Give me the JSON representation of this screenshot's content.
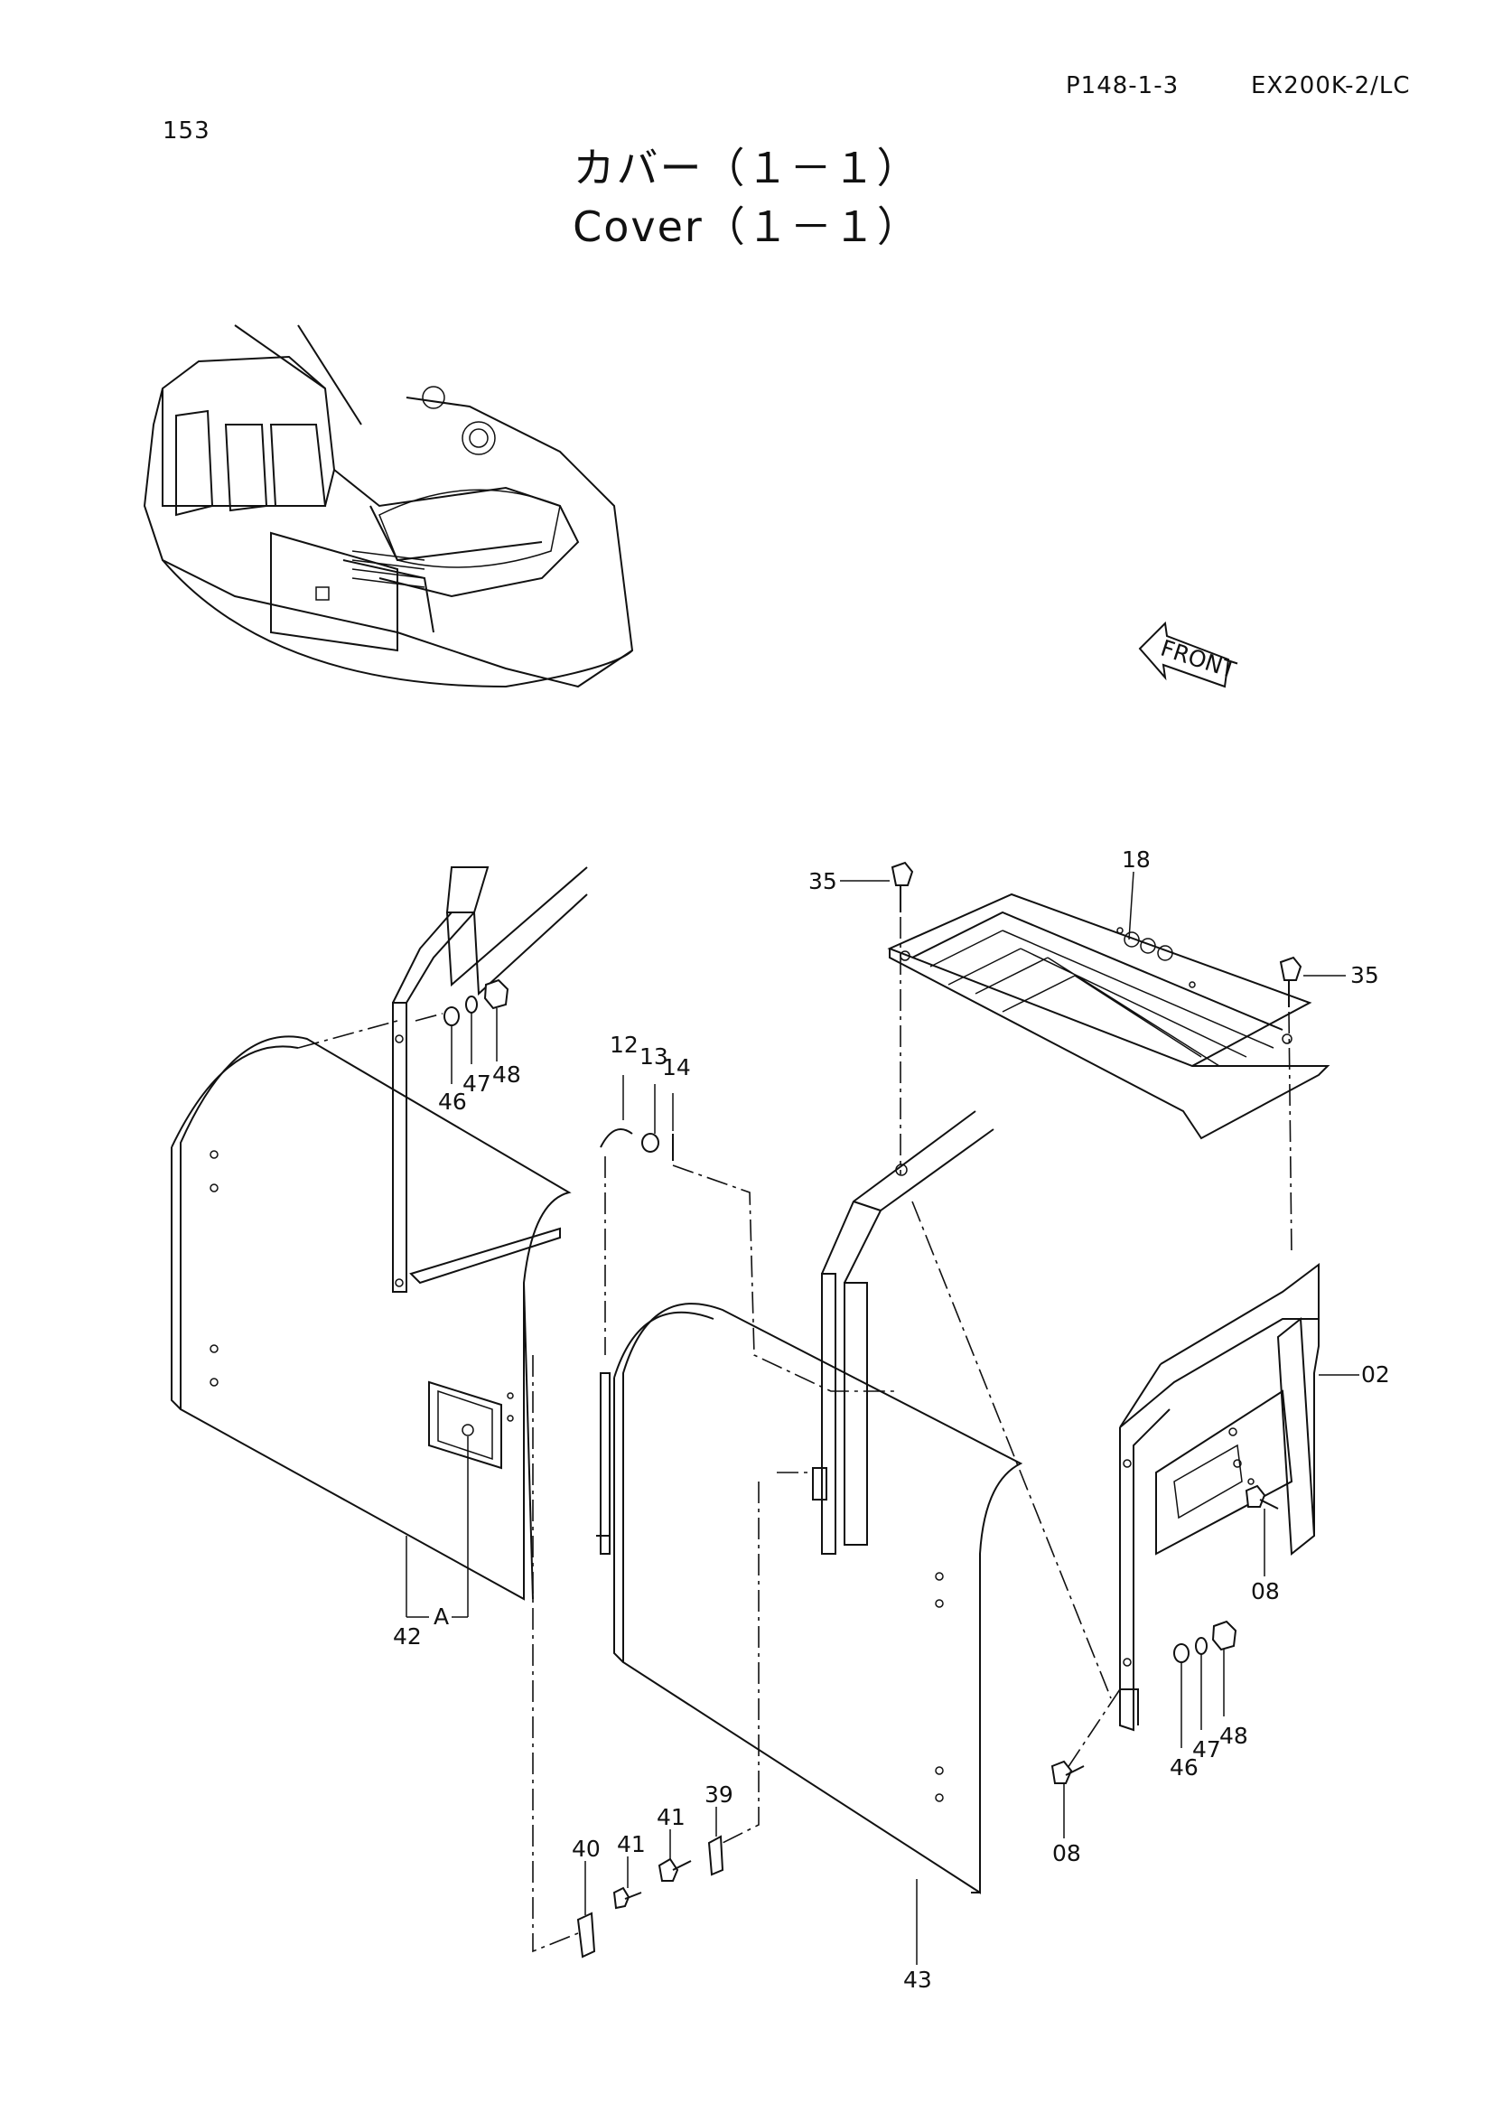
{
  "header": {
    "page_number": "153",
    "part_code": "P148-1-3",
    "model": "EX200K-2/LC"
  },
  "title": {
    "japanese": "カバー（１－１）",
    "english": "Cover（１－１）"
  },
  "front_arrow_label": "FRONT",
  "callouts": {
    "c35a": "35",
    "c35b": "35",
    "c18": "18",
    "c12": "12",
    "c13": "13",
    "c14": "14",
    "c46a": "46",
    "c47a": "47",
    "c48a": "48",
    "c02": "02",
    "c08a": "08",
    "c08b": "08",
    "c46b": "46",
    "c47b": "47",
    "c48b": "48",
    "c42": "42",
    "cA": "A",
    "c39": "39",
    "c40": "40",
    "c41a": "41",
    "c41b": "41",
    "c43": "43"
  }
}
